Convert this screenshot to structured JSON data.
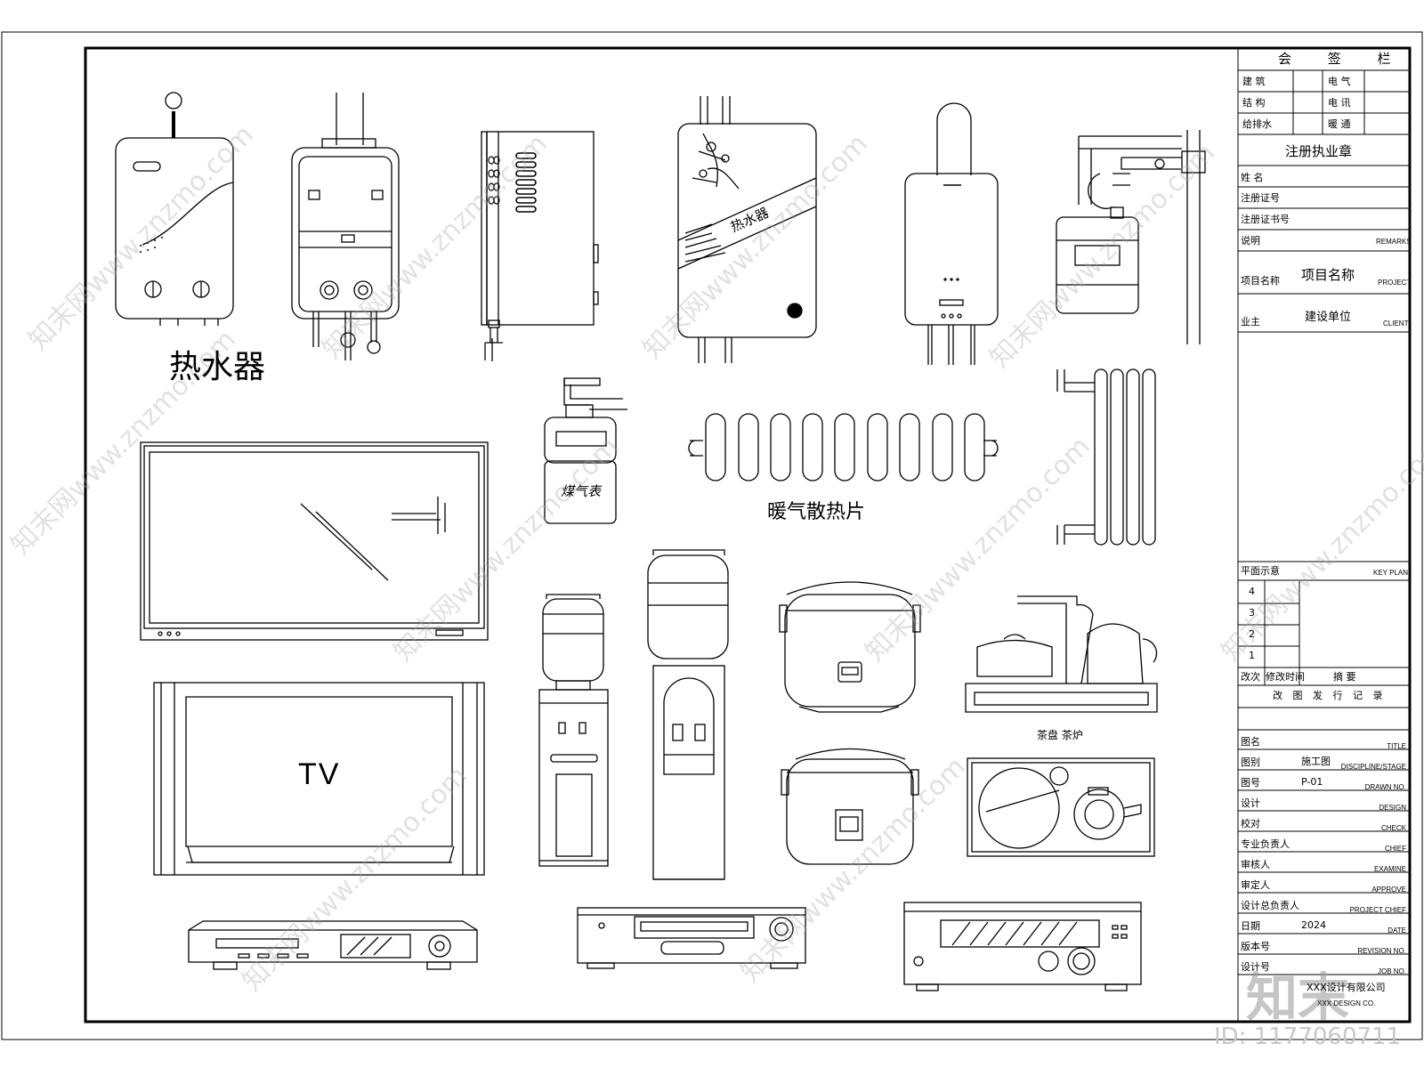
{
  "labels": {
    "water_heater": "热水器",
    "radiator": "暖气散热片",
    "gas_meter": "煤气表",
    "heater_text": "热水器",
    "tv": "TV",
    "tea_stove": "茶盘 茶炉"
  },
  "title_block": {
    "countersign_title": "会 签 栏",
    "countersign": [
      {
        "left": "建 筑",
        "right": "电 气"
      },
      {
        "left": "结 构",
        "right": "电 讯"
      },
      {
        "left": "给排水",
        "right": "暖 通"
      }
    ],
    "stamp_title": "注册执业章",
    "name_label": "姓 名",
    "reg_no_label": "注册证号",
    "seal_no_label": "注册证书号",
    "remarks_label": "说明",
    "remarks_en": "REMARKS",
    "project_label": "项目名称",
    "project_value": "项目名称",
    "project_en": "PROJECT",
    "client_label": "业主",
    "client_value": "建设单位",
    "client_en": "CLIENT",
    "keyplan_label": "平面示意",
    "keyplan_en": "KEY PLAN",
    "revision_rows": [
      "4",
      "3",
      "2",
      "1"
    ],
    "rev_header_1": "改次",
    "rev_header_2": "修改时间",
    "rev_header_3": "摘 要",
    "rev_record": "改 图 发 行 记 录",
    "fields": [
      {
        "cn": "图名",
        "value": "",
        "en": "TITLE"
      },
      {
        "cn": "图别",
        "value": "施工图",
        "en": "DISCIPLINE/STAGE"
      },
      {
        "cn": "图号",
        "value": "P-01",
        "en": "DRAWN NO."
      },
      {
        "cn": "设计",
        "value": "",
        "en": "DESIGN"
      },
      {
        "cn": "校对",
        "value": "",
        "en": "CHECK"
      },
      {
        "cn": "专业负责人",
        "value": "",
        "en": "CHIEF"
      },
      {
        "cn": "审核人",
        "value": "",
        "en": "EXAMINE"
      },
      {
        "cn": "审定人",
        "value": "",
        "en": "APPROVE"
      },
      {
        "cn": "设计总负责人",
        "value": "",
        "en": "PROJECT CHIEF"
      },
      {
        "cn": "日期",
        "value": "2024",
        "en": "DATE"
      },
      {
        "cn": "版本号",
        "value": "",
        "en": "REVISION NO."
      },
      {
        "cn": "设计号",
        "value": "",
        "en": "JOB NO."
      }
    ],
    "company_cn": "XXX设计有限公司",
    "company_en": "XXX DESIGN CO."
  },
  "watermark": {
    "text": "知末网www.znzmo.com",
    "logo": "知末",
    "id": "ID: 1177060711"
  },
  "colors": {
    "line": "#000000",
    "watermark": "#aaaaaa"
  }
}
